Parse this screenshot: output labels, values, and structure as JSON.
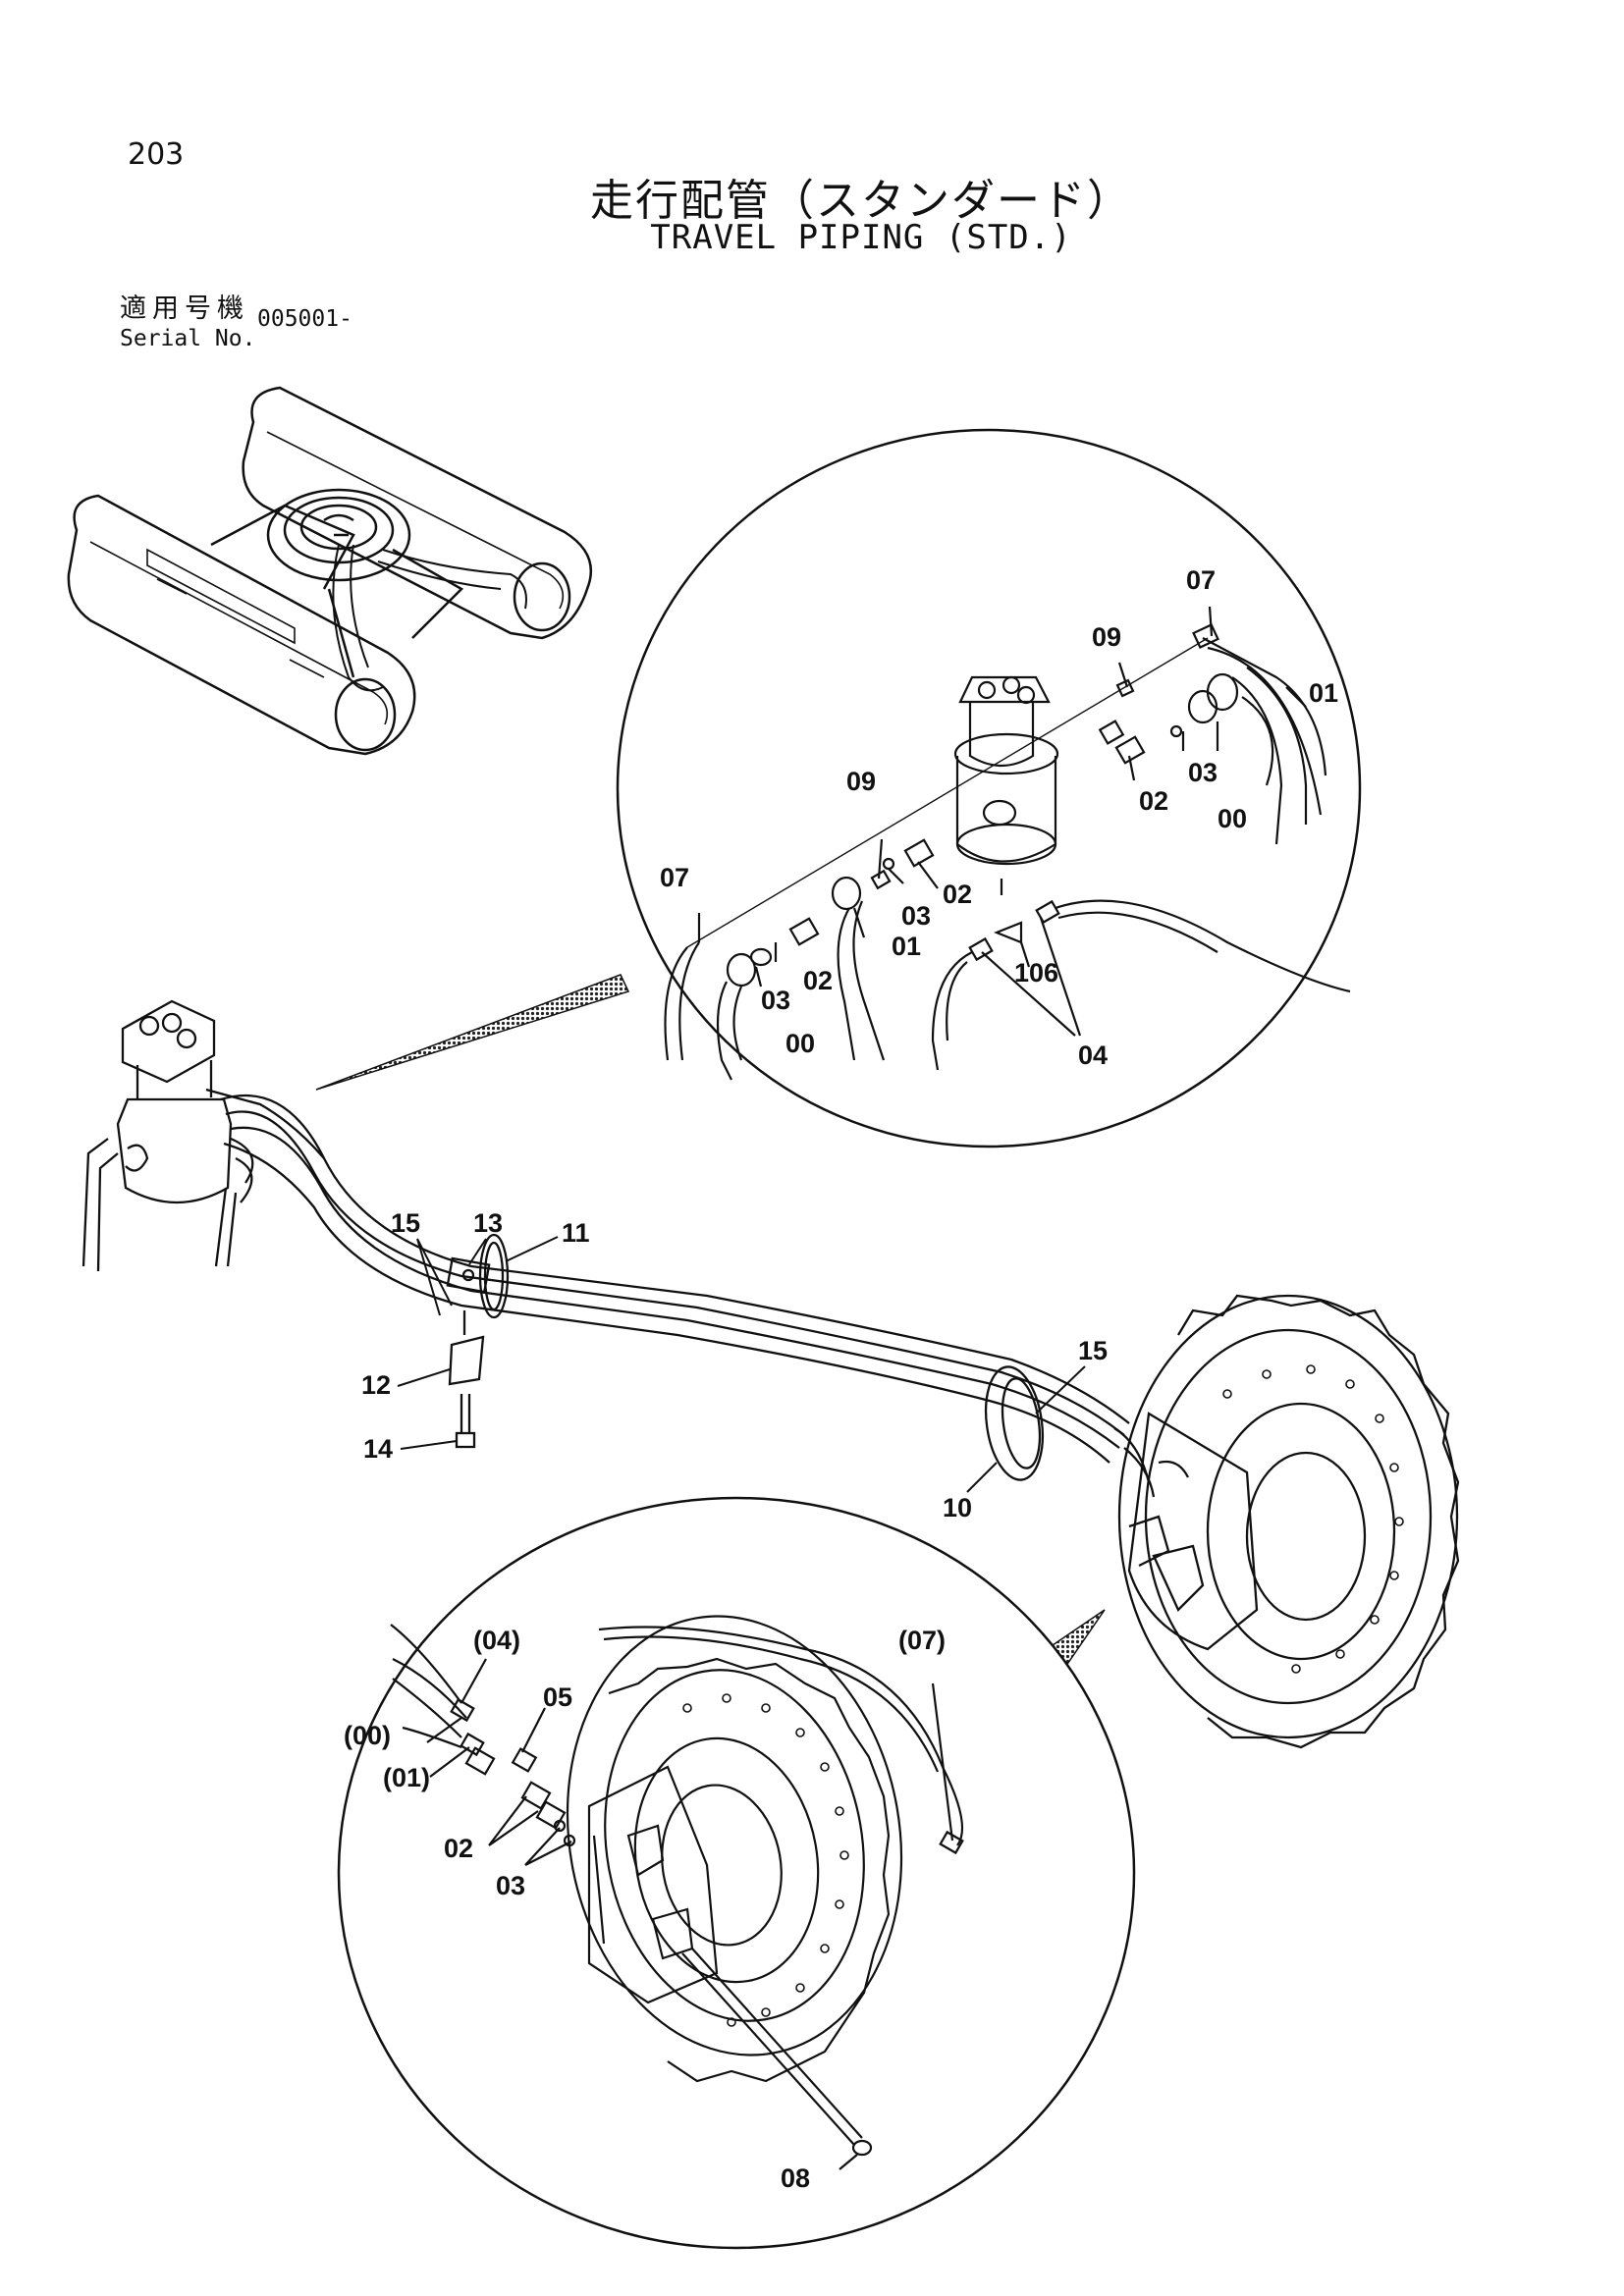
{
  "header": {
    "page_number": "203",
    "title_jp": "走行配管（スタンダード）",
    "title_en": "TRAVEL PIPING (STD.)",
    "serial_label_jp": "適用号機",
    "serial_label_en": "Serial No.",
    "serial_value": "005001-"
  },
  "callouts": {
    "top_detail": {
      "p07_right": "07",
      "p09_right": "09",
      "p01_right": "01",
      "p03_right": "03",
      "p02_right": "02",
      "p00_right": "00",
      "p09_left": "09",
      "p07_left": "07",
      "p02_mid": "02",
      "p03_mid": "03",
      "p01_mid": "01",
      "p106": "106",
      "p03_left": "03",
      "p02_left": "02",
      "p00_left": "00",
      "p04": "04"
    },
    "main": {
      "p15_a": "15",
      "p13": "13",
      "p11": "11",
      "p12": "12",
      "p14": "14",
      "p15_b": "15",
      "p10": "10"
    },
    "bottom_detail": {
      "p04": "(04)",
      "p07": "(07)",
      "p05": "05",
      "p00": "(00)",
      "p01": "(01)",
      "p02": "02",
      "p03": "03",
      "p08": "08"
    }
  }
}
